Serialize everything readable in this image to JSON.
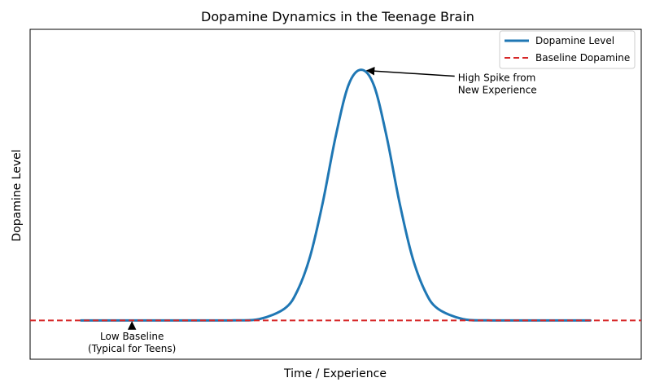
{
  "chart_data": {
    "type": "line",
    "title": "Dopamine Dynamics in the Teenage Brain",
    "xlabel": "Time / Experience",
    "ylabel": "Dopamine Level",
    "xlim": [
      -1,
      11
    ],
    "ylim": [
      -1.2,
      9.0
    ],
    "grid": false,
    "legend_position": "top-right",
    "series": [
      {
        "name": "Dopamine Level",
        "style": "solid",
        "color": "#1f77b4",
        "x": [
          0,
          0.5,
          1,
          1.5,
          2,
          2.5,
          3,
          3.5,
          4,
          4.25,
          4.5,
          4.75,
          5,
          5.25,
          5.5,
          5.75,
          6,
          6.25,
          6.5,
          6.75,
          7,
          7.5,
          8,
          8.5,
          9,
          9.5,
          10
        ],
        "values": [
          0,
          0,
          0,
          0,
          0,
          0,
          0.003,
          0.04,
          0.37,
          0.92,
          1.99,
          3.67,
          5.69,
          7.27,
          7.75,
          7.27,
          5.69,
          3.67,
          1.99,
          0.92,
          0.37,
          0.04,
          0.003,
          0,
          0,
          0,
          0
        ]
      },
      {
        "name": "Baseline Dopamine",
        "style": "dashed",
        "color": "#d62728",
        "y": 0
      }
    ],
    "annotations": [
      {
        "lines": [
          "High Spike from",
          "New Experience"
        ],
        "target": [
          5.5,
          7.75
        ],
        "text_at": [
          7.4,
          7.4
        ],
        "align": "start"
      },
      {
        "lines": [
          "Low Baseline",
          "(Typical for Teens)"
        ],
        "target": [
          1.0,
          0.0
        ],
        "text_at": [
          1.0,
          -0.6
        ],
        "align": "middle"
      }
    ]
  }
}
